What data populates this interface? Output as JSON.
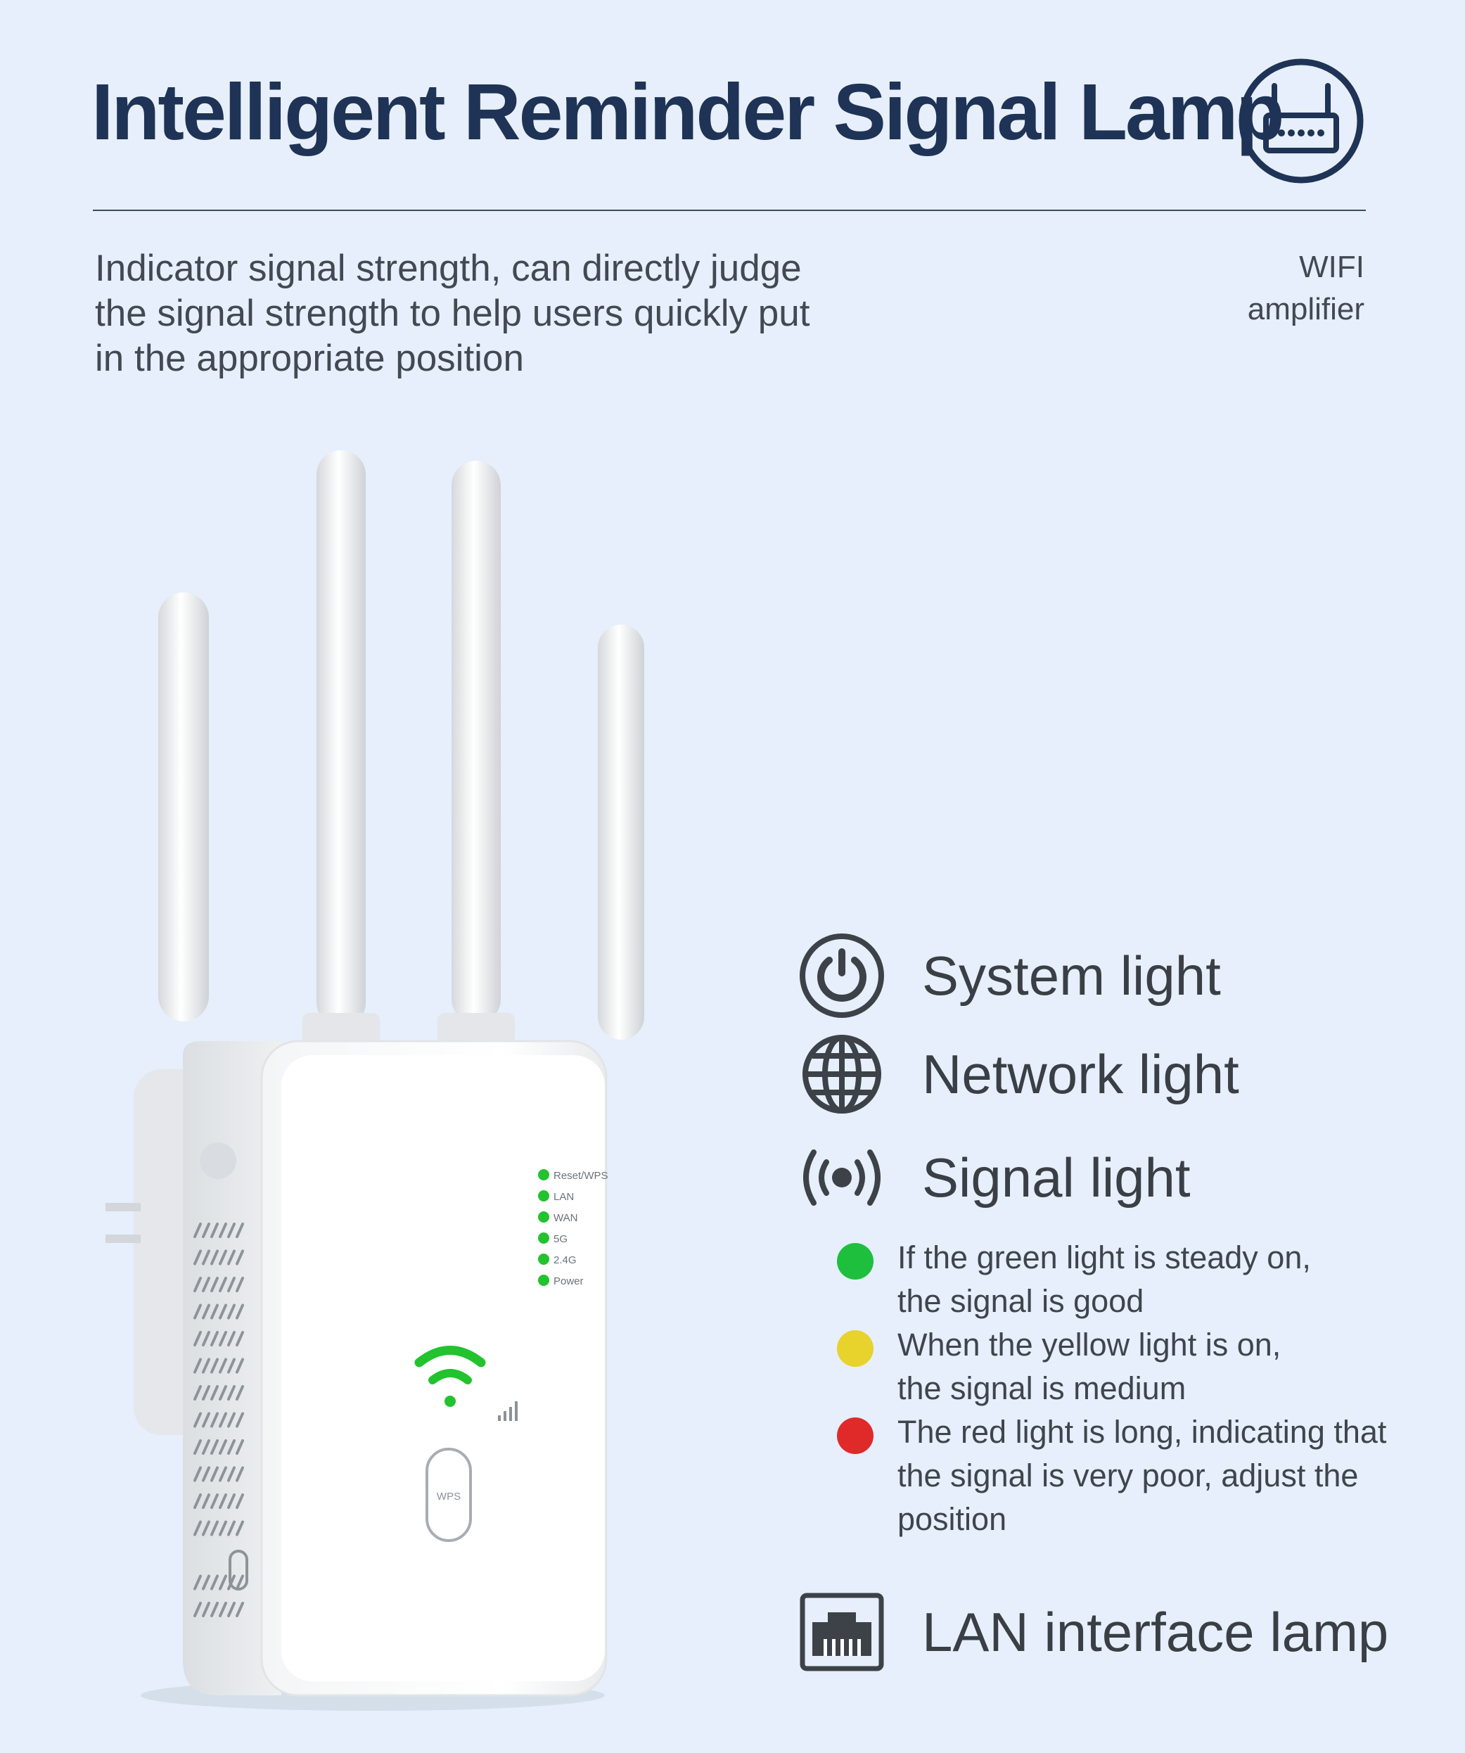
{
  "header": {
    "title": "Intelligent Reminder Signal Lamp",
    "title_icon": "router-icon"
  },
  "intro": {
    "lines": [
      "Indicator signal strength, can directly judge",
      "the signal strength to help users quickly put",
      "in the appropriate position"
    ]
  },
  "side_label": {
    "lines": [
      "WIFI",
      "amplifier"
    ]
  },
  "device": {
    "led_labels": [
      "Reset/WPS",
      "LAN",
      "WAN",
      "5G",
      "2.4G",
      "Power"
    ],
    "led_color": "#22c32e",
    "wps_button_label": "WPS",
    "wifi_icon_color": "#22c32e"
  },
  "features": [
    {
      "icon": "power-icon",
      "label": "System light"
    },
    {
      "icon": "globe-icon",
      "label": "Network light"
    },
    {
      "icon": "signal-broadcast-icon",
      "label": "Signal light"
    },
    {
      "icon": "ethernet-port-icon",
      "label": "LAN interface lamp"
    }
  ],
  "legend": [
    {
      "color": "#1fbf3e",
      "lines": [
        "If the green light is steady on,",
        "the signal is good"
      ]
    },
    {
      "color": "#e8d22c",
      "lines": [
        "When the yellow light is on,",
        "the signal is medium"
      ]
    },
    {
      "color": "#e02a2a",
      "lines": [
        "The red light is long, indicating that",
        "the signal is very poor, adjust the",
        "position"
      ]
    }
  ]
}
